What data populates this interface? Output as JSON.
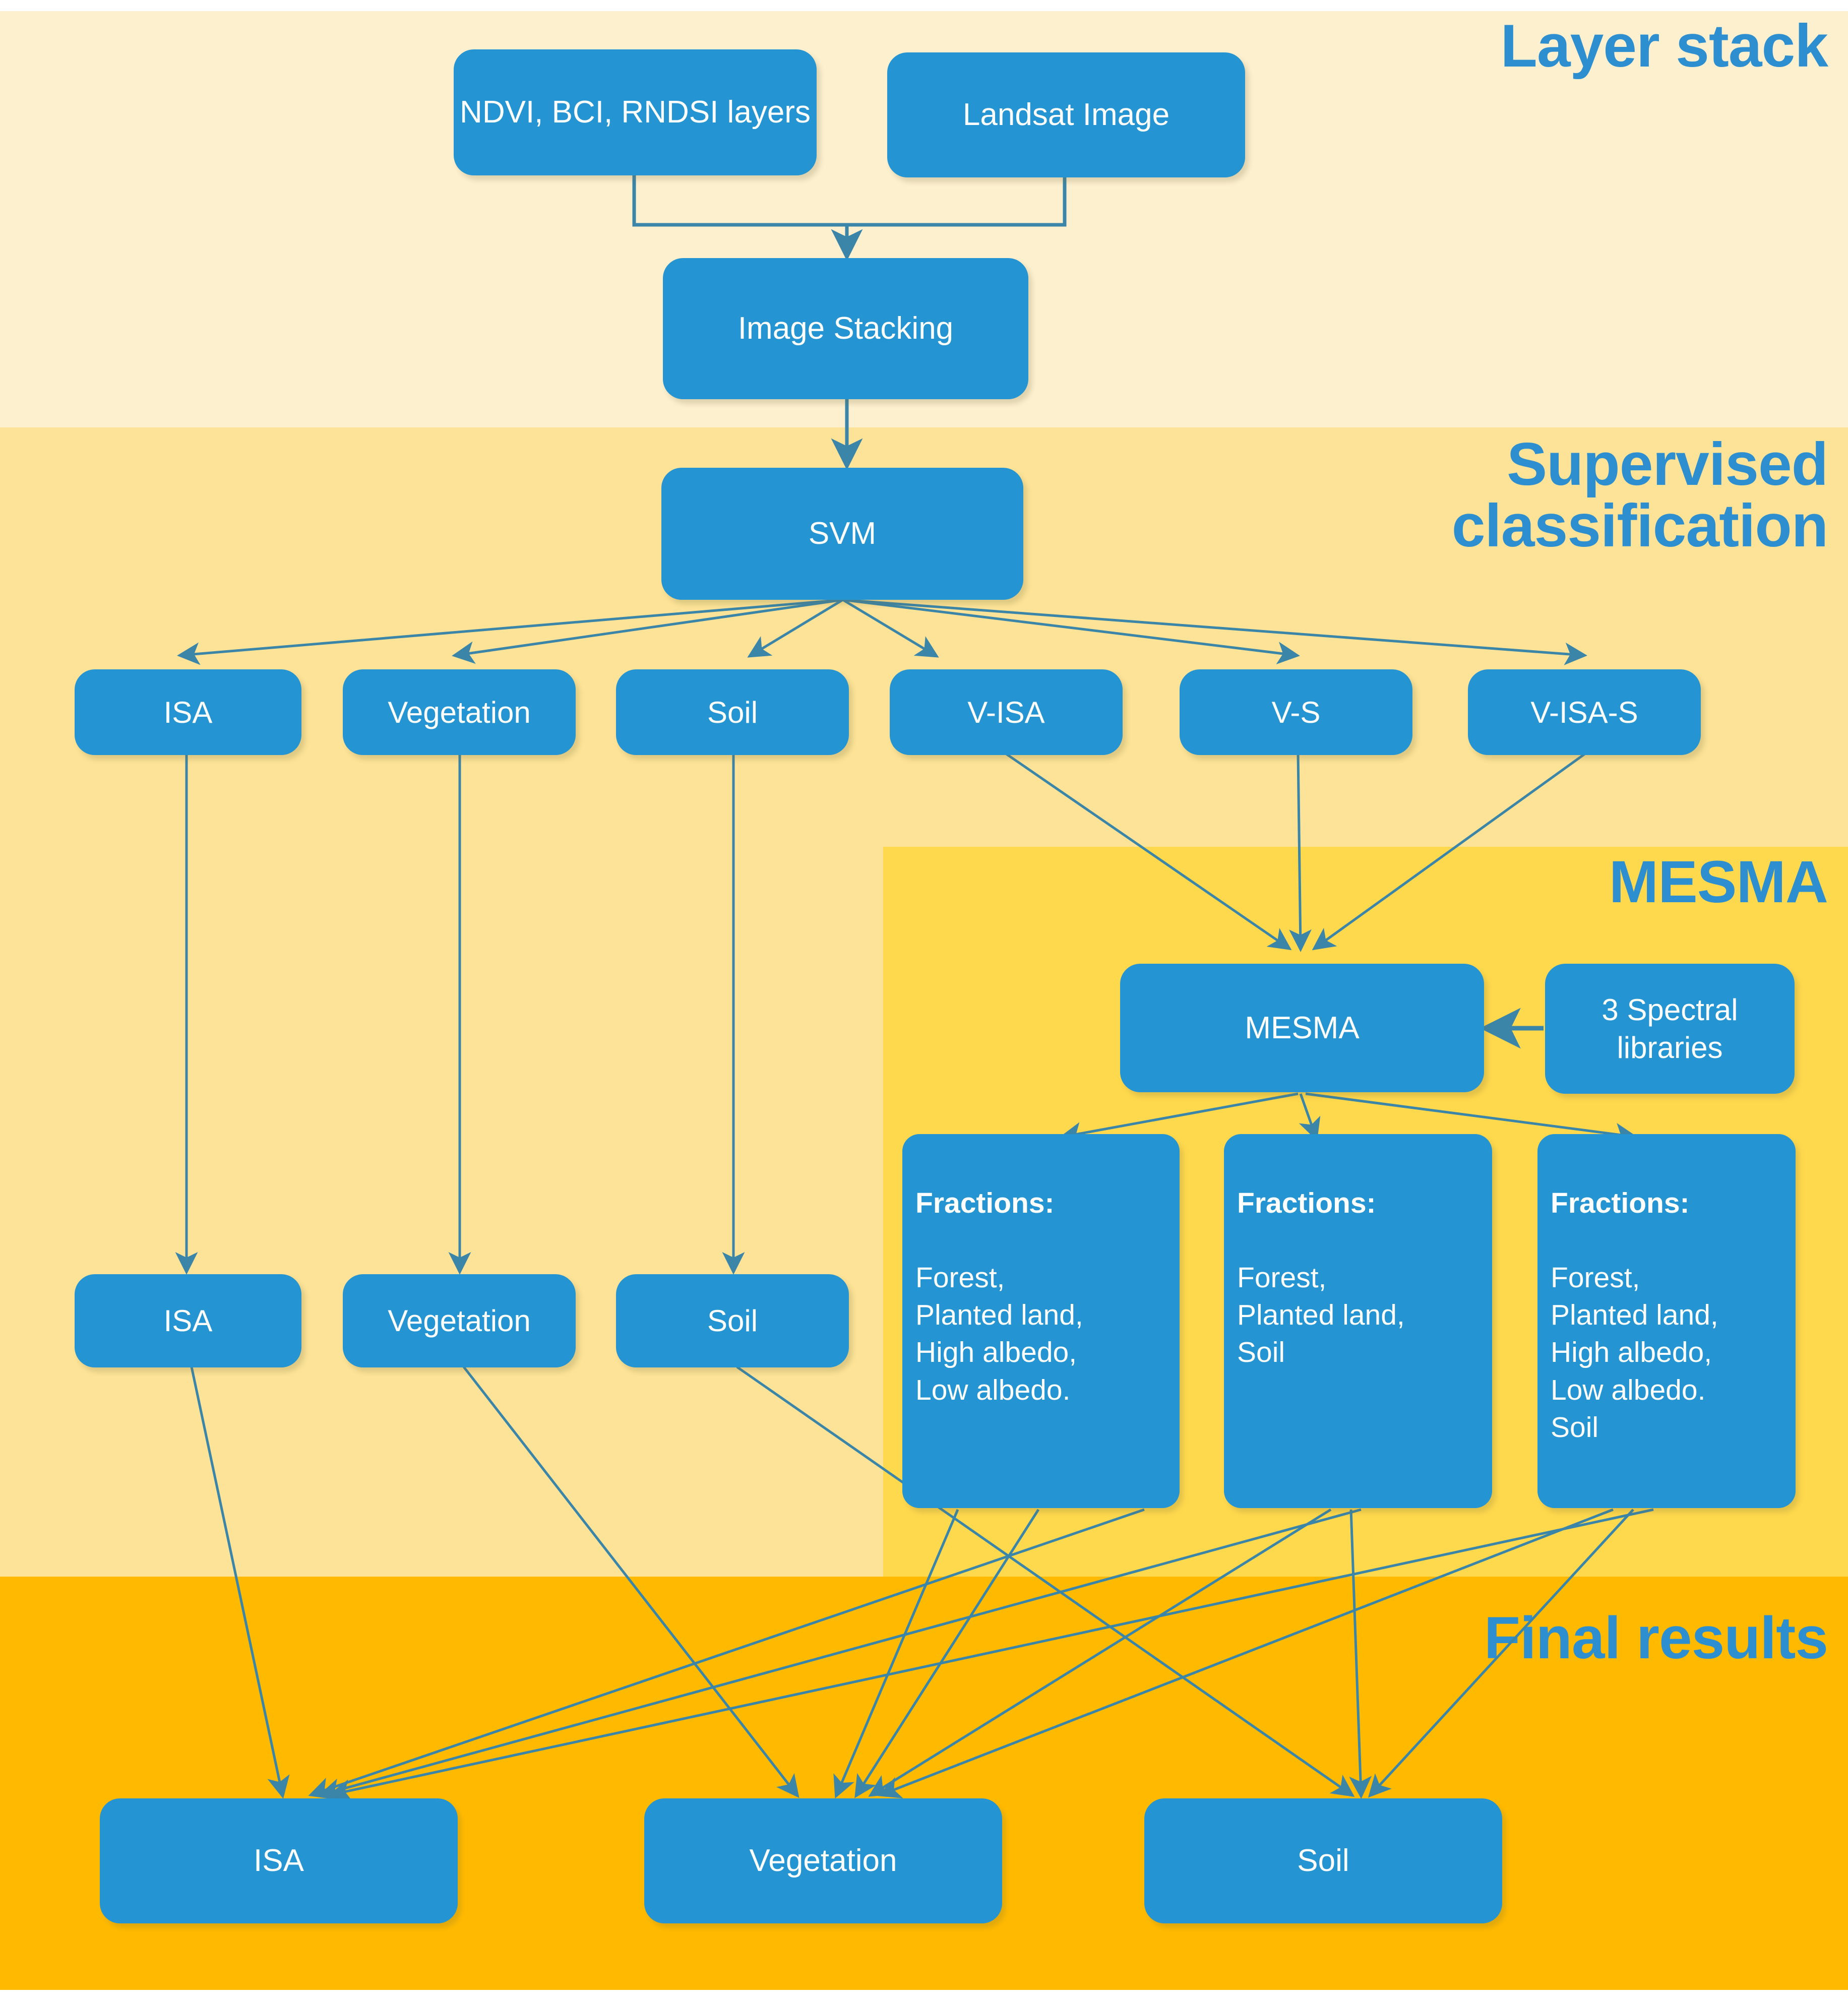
{
  "diagram": {
    "title": "Landsat ISA / Vegetation / Soil mapping workflow",
    "accent_color": "#2e8fd0",
    "node_color": "#2494d2",
    "node_text_color": "#ffffff",
    "edge_color": "#3a85a8"
  },
  "sections": [
    {
      "id": "layer-stack",
      "title": "Layer stack",
      "band_color": "#fdf0cf"
    },
    {
      "id": "supervised",
      "title": "Supervised\nclassification",
      "band_color": "#fce397"
    },
    {
      "id": "mesma",
      "title": "MESMA",
      "band_color": "#ffd94d"
    },
    {
      "id": "final",
      "title": "Final results",
      "band_color": "#ffba00"
    }
  ],
  "nodes": {
    "indices_layers": "NDVI, BCI, RNDSI layers",
    "landsat_image": "Landsat Image",
    "image_stacking": "Image Stacking",
    "svm": "SVM",
    "class_isa": "ISA",
    "class_vegetation": "Vegetation",
    "class_soil": "Soil",
    "class_v_isa": "V-ISA",
    "class_v_s": "V-S",
    "class_v_isa_s": "V-ISA-S",
    "mesma": "MESMA",
    "spectral_libraries": "3 Spectral libraries",
    "mid_isa": "ISA",
    "mid_vegetation": "Vegetation",
    "mid_soil": "Soil",
    "final_isa": "ISA",
    "final_vegetation": "Vegetation",
    "final_soil": "Soil"
  },
  "fractions": [
    {
      "id": "fractions-1",
      "header": "Fractions:",
      "items": "Forest,\nPlanted land,\nHigh albedo,\nLow albedo."
    },
    {
      "id": "fractions-2",
      "header": "Fractions:",
      "items": "Forest,\nPlanted land,\nSoil"
    },
    {
      "id": "fractions-3",
      "header": "Fractions:",
      "items": "Forest,\nPlanted land,\nHigh albedo,\nLow albedo.\nSoil"
    }
  ]
}
